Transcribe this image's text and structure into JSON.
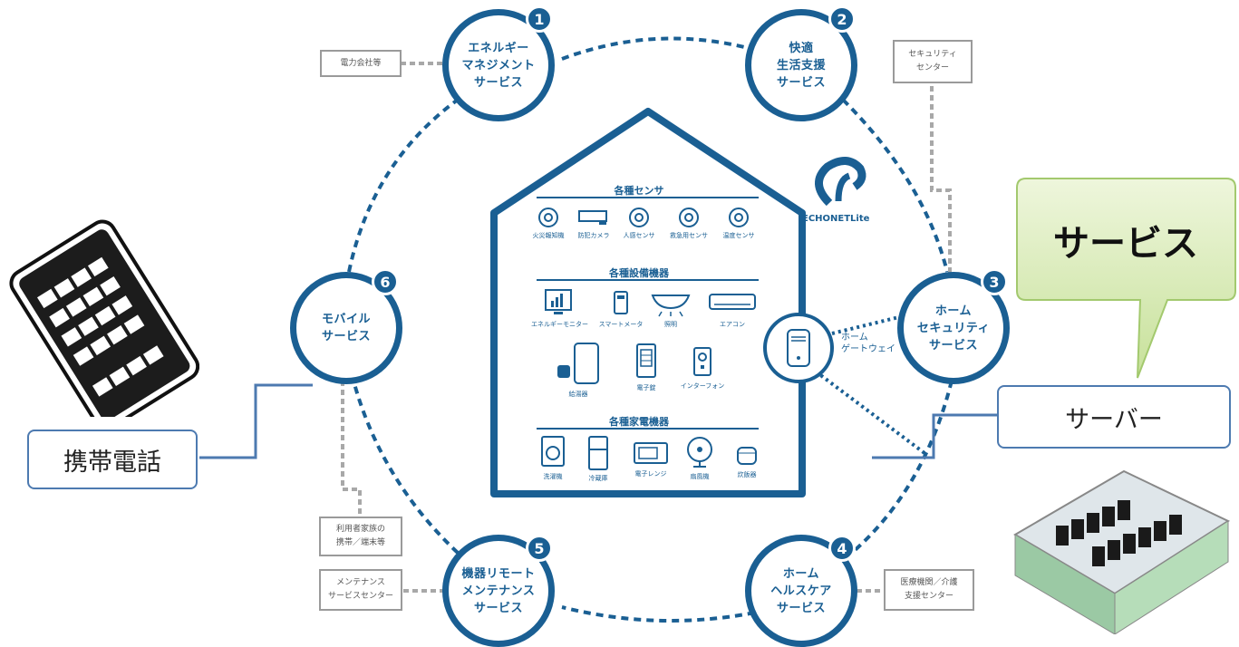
{
  "services": [
    {
      "num": "1",
      "label": "エネルギー\nマネジメント\nサービス"
    },
    {
      "num": "2",
      "label": "快適\n生活支援\nサービス"
    },
    {
      "num": "3",
      "label": "ホーム\nセキュリティ\nサービス"
    },
    {
      "num": "4",
      "label": "ホーム\nヘルスケア\nサービス"
    },
    {
      "num": "5",
      "label": "機器リモート\nメンテナンス\nサービス"
    },
    {
      "num": "6",
      "label": "モバイル\nサービス"
    }
  ],
  "external_boxes": {
    "power": "電力会社等",
    "security": "セキュリティ\nセンター",
    "family": "利用者家族の\n携帯／端末等",
    "maintenance": "メンテナンス\nサービスセンター",
    "medical": "医療機関／介護\n支援センター"
  },
  "house": {
    "sensors_title": "各種センサ",
    "sensors": [
      "火災報知機",
      "防犯カメラ",
      "人感センサ",
      "救急用センサ",
      "温度センサ"
    ],
    "equipment_title": "各種設備機器",
    "equipment_row1": [
      "エネルギーモニター",
      "スマートメータ",
      "照明",
      "エアコン"
    ],
    "equipment_row2": [
      "給湯器",
      "電子錠",
      "インターフォン"
    ],
    "appliances_title": "各種家電機器",
    "appliances": [
      "洗濯機",
      "冷蔵庫",
      "電子レンジ",
      "扇風機",
      "炊飯器"
    ]
  },
  "gateway_label": "ホーム\nゲートウェイ",
  "echonet_logo_text": "ECHONETLite",
  "callouts": {
    "mobile": "携帯電話",
    "server": "サーバー",
    "service": "サービス"
  },
  "colors": {
    "ring_blue": "#1a5f93",
    "callout_border": "#4d7ab0",
    "service_bubble_fill": "#d3e7a8",
    "grey_connector": "#a8a8a8"
  }
}
